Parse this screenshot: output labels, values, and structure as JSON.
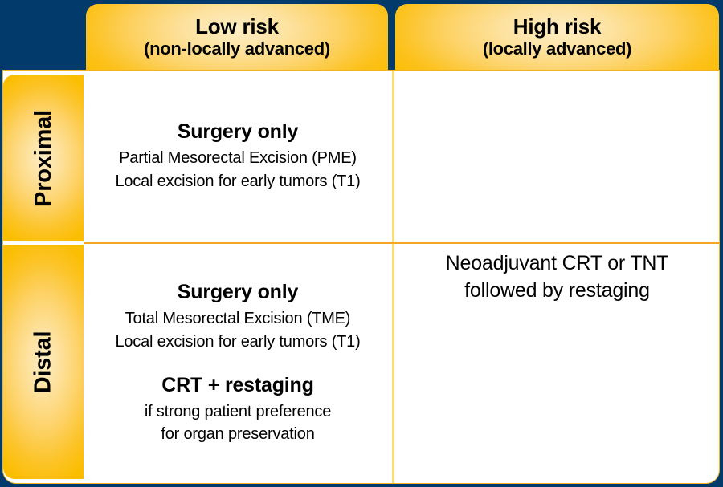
{
  "theme": {
    "background_navy": "#023a6b",
    "accent_amber": "#fbbd00",
    "accent_cream": "#fdedc6",
    "panel_white": "#ffffff",
    "divider_orange": "#f5a623",
    "divider_pale_yellow": "#fbdc7c"
  },
  "columns": [
    {
      "id": "low-risk",
      "title": "Low risk",
      "subtitle": "(non-locally advanced)"
    },
    {
      "id": "high-risk",
      "title": "High risk",
      "subtitle": "(locally advanced)"
    }
  ],
  "rows": [
    {
      "id": "proximal",
      "label": "Proximal"
    },
    {
      "id": "distal",
      "label": "Distal"
    }
  ],
  "cells": {
    "low_proximal": {
      "blocks": [
        {
          "lead": "Surgery only",
          "details": [
            "Partial Mesorectal Excision (PME)",
            "Local excision for early tumors (T1)"
          ]
        }
      ]
    },
    "low_distal": {
      "blocks": [
        {
          "lead": "Surgery only",
          "details": [
            "Total Mesorectal Excision (TME)",
            "Local excision for early tumors (T1)"
          ]
        },
        {
          "lead": "CRT + restaging",
          "details": [
            "if strong patient preference",
            "for organ preservation"
          ]
        }
      ]
    },
    "high_merged": {
      "lines": [
        "Neoadjuvant CRT or TNT",
        "followed by restaging"
      ]
    }
  }
}
